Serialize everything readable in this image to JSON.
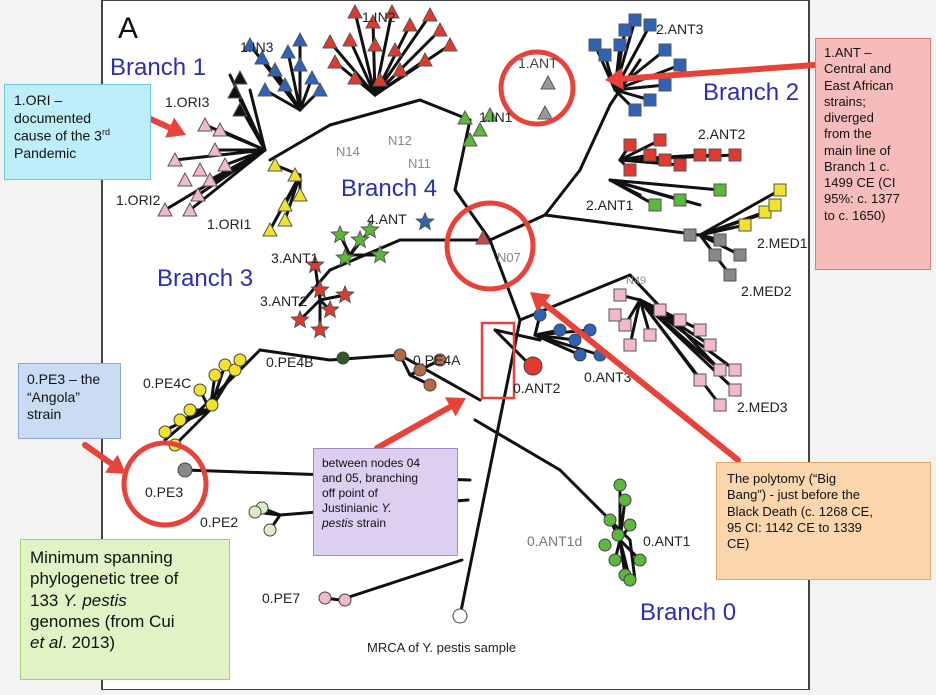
{
  "figure": {
    "panel_letter": "A",
    "mrca_label": "MRCA of Y. pestis sample",
    "branches": [
      "Branch 0",
      "Branch 1",
      "Branch 2",
      "Branch 3",
      "Branch 4"
    ],
    "nodes": [
      "N07",
      "N11",
      "N12",
      "N14",
      "N49"
    ],
    "groups": [
      "1.IN2",
      "1.IN3",
      "1.IN1",
      "1.ORI3",
      "1.ORI2",
      "1.ORI1",
      "1.ANT",
      "2.ANT3",
      "2.ANT2",
      "2.ANT1",
      "2.MED1",
      "2.MED2",
      "2.MED3",
      "3.ANT1",
      "3.ANT2",
      "4.ANT",
      "0.PE4B",
      "0.PE4A",
      "0.PE4C",
      "0.ANT2",
      "0.ANT3",
      "0.PE3",
      "0.PE2",
      "0.ANT1d",
      "0.ANT1",
      "0.PE7"
    ],
    "colors": {
      "branch_label": "#2b2fb0",
      "red": "#e03a2f",
      "blue": "#2f63b8",
      "green": "#5cb83a",
      "pink": "#f2b8cf",
      "yellow": "#f2e22a",
      "gray": "#888888",
      "brown": "#b36a48",
      "dark_green": "#2f5a1f",
      "pale_green": "#dceccb",
      "annotation_arrow": "#e8433a"
    }
  },
  "callouts": {
    "ori": {
      "line1": "1.ORI –",
      "line2": "documented",
      "line3": "cause of the 3",
      "sup": "rd",
      "line4": "Pandemic"
    },
    "ant": {
      "lines": [
        "1.ANT –",
        "Central and",
        "East African",
        "strains;",
        "diverged",
        "from the",
        "main line of",
        "Branch 1 c.",
        "1499 CE (CI",
        "95%: c. 1377",
        "to c. 1650)"
      ]
    },
    "pe3": {
      "line1": "0.PE3 – the",
      "line2": "“Angola”",
      "line3": "strain"
    },
    "justinian": {
      "line1": "between nodes 04",
      "line2": "and 05, branching",
      "line3": "off point of",
      "line4a": "Justinianic ",
      "line4b": "Y.",
      "line5": "pestis",
      "line5b": " strain"
    },
    "polytomy": {
      "line1": "The polytomy (“Big",
      "line2": "Bang”) - just before the",
      "line3": "Black Death (c. 1268 CE,",
      "line4": "95 CI: 1142 CE to 1339",
      "line5": "CE)"
    },
    "caption": {
      "line1": "Minimum spanning",
      "line2": "phylogenetic tree of",
      "line3a": "133 ",
      "line3b": "Y. pestis",
      "line4": "genomes (from Cui",
      "line5a": "et al",
      "line5b": ". 2013)"
    }
  }
}
